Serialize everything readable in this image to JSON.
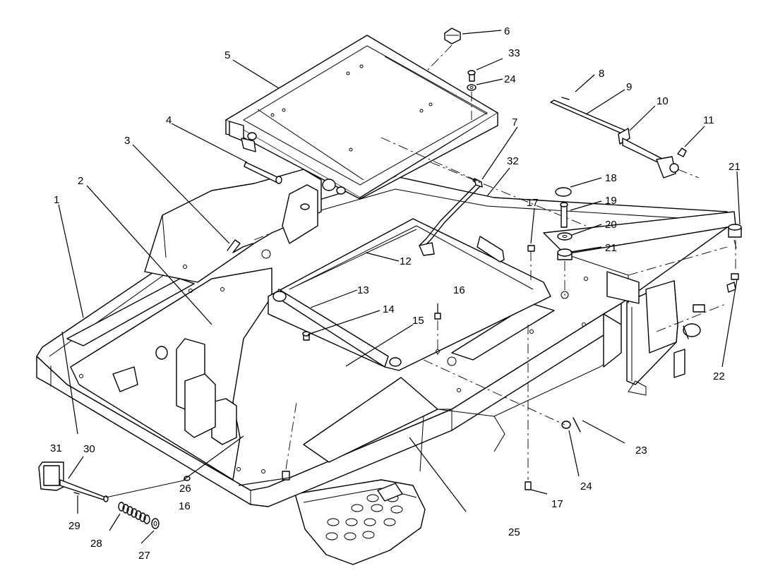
{
  "callouts": [
    "1",
    "2",
    "3",
    "4",
    "5",
    "6",
    "7",
    "8",
    "9",
    "10",
    "11",
    "12",
    "13",
    "14",
    "15",
    "16",
    "16",
    "17",
    "17",
    "18",
    "19",
    "20",
    "21",
    "21",
    "22",
    "23",
    "24",
    "24",
    "25",
    "26",
    "27",
    "28",
    "29",
    "30",
    "31",
    "32",
    "33"
  ]
}
